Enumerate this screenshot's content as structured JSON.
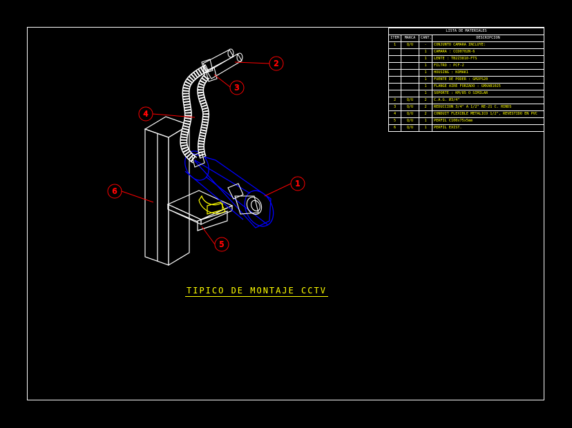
{
  "materials": {
    "title": "LISTA DE MATERIALES",
    "headers": [
      "ITEM",
      "MARCA",
      "CANT.",
      "DESCRIPCION"
    ],
    "rows": [
      [
        "1",
        "Q/U",
        "-",
        "CONJUNTO CAMARA INCLUYE:"
      ],
      [
        "",
        "",
        "1",
        "CAMARA : CCD0702N-6"
      ],
      [
        "",
        "",
        "1",
        "LENTE : TB2Z3810-FTS"
      ],
      [
        "",
        "",
        "1",
        "FILTRO : PCF-2"
      ],
      [
        "",
        "",
        "1",
        "HOUSING : KOMAK1"
      ],
      [
        "",
        "",
        "1",
        "FUENTE DE PODER : GM2PS20"
      ],
      [
        "",
        "",
        "1",
        "FLANGE AIRE FORZADO : GMXAB1025"
      ],
      [
        "",
        "",
        "1",
        "SOPORTE : KM/85 O SIMILAR"
      ],
      [
        "2",
        "Q/U",
        "2",
        "C.A.G. Ø3/4\""
      ],
      [
        "3",
        "Q/U",
        "2",
        "REDUCCION 3/4\" A 1/2\" RE-21 C. HINDS"
      ],
      [
        "4",
        "Q/U",
        "2",
        "CONDUIT FLEXIBLE METALICO 1/2\", REVESTIDO EN PVC"
      ],
      [
        "5",
        "Q/U",
        "1",
        "PERFIL C100x75x5mm"
      ],
      [
        "6",
        "Q/U",
        "1",
        "PERFIL EXIST."
      ]
    ]
  },
  "drawing": {
    "title": "TIPICO DE MONTAJE CCTV",
    "balloons": [
      "1",
      "2",
      "3",
      "4",
      "5",
      "6"
    ]
  },
  "colors": {
    "background": "#000000",
    "frame": "#ffffff",
    "text": "#ffff00",
    "leader": "#ff0000",
    "camera": "#0000ff",
    "structure": "#ffffff"
  }
}
